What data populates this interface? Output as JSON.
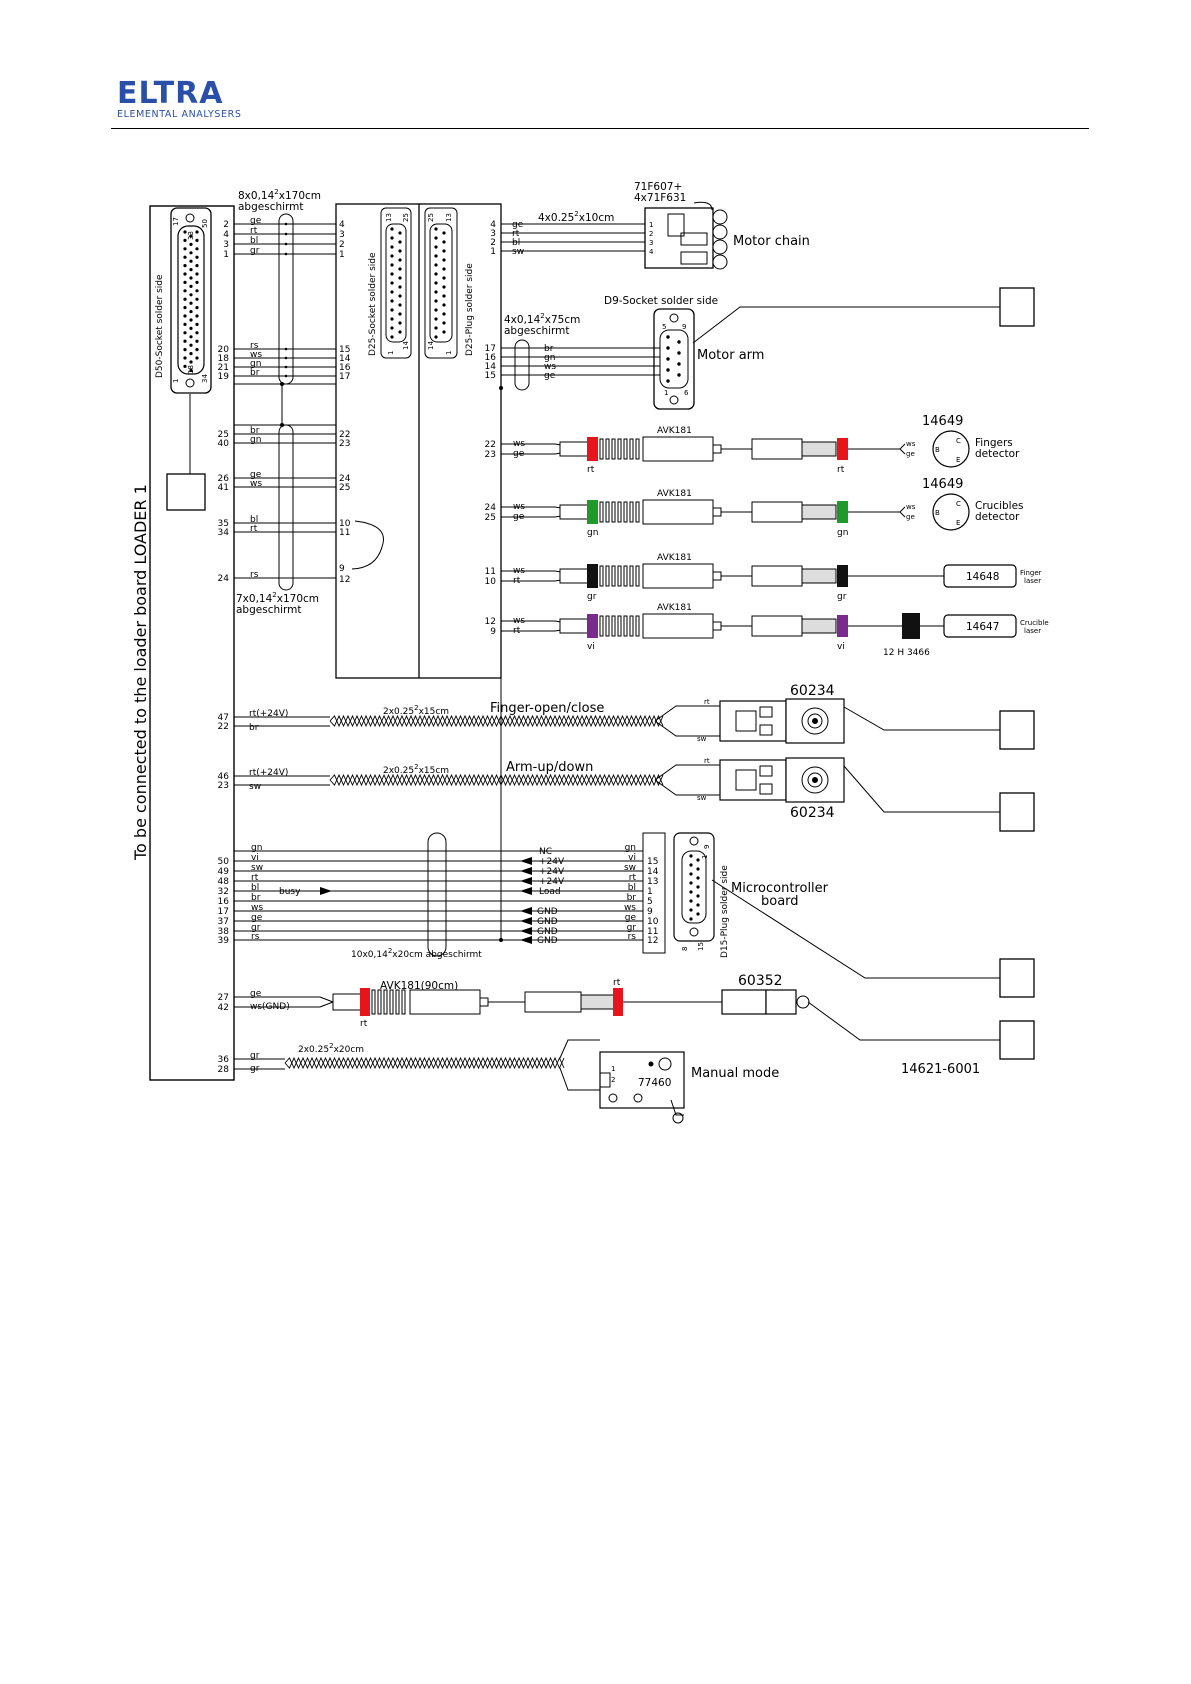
{
  "header": {
    "logo_text": "ELTRA",
    "logo_subtext": "ELEMENTAL ANALYSERS",
    "brand_color": "#2a4fa8"
  },
  "diagram": {
    "left_label": "To be connected to the loader board LOADER 1",
    "d50_label": "D50-Socket solder side",
    "d50_pins": {
      "p17": "17",
      "p50": "50",
      "p33": "33",
      "p1": "1",
      "p18": "18",
      "p34": "34"
    },
    "d25s_label": "D25-Socket solder side",
    "d25s_pins": {
      "p13": "13",
      "p25": "25",
      "p14": "14",
      "p1": "1"
    },
    "d25p_label": "D25-Plug solder side",
    "d25p_pins": {
      "p25": "25",
      "p13": "13",
      "p14": "14",
      "p1": "1"
    },
    "cable_top_spec1": "8x0,14",
    "cable_top_spec2": "x170cm",
    "cable_top_shield": "abgeschirmt",
    "cable_mid_spec1": "7x0,14",
    "cable_mid_spec2": "x170cm",
    "cable_mid_shield": "abgeschirmt",
    "sup2": "2",
    "group1": {
      "left_pins": [
        "2",
        "4",
        "3",
        "1"
      ],
      "colors": [
        "ge",
        "rt",
        "bl",
        "gr"
      ],
      "right_pins": [
        "4",
        "3",
        "2",
        "1"
      ]
    },
    "group2": {
      "left_pins": [
        "20",
        "18",
        "21",
        "19"
      ],
      "colors": [
        "rs",
        "ws",
        "gn",
        "br"
      ],
      "right_pins": [
        "15",
        "14",
        "16",
        "17"
      ]
    },
    "group3": {
      "left_pins": [
        "25",
        "40"
      ],
      "colors": [
        "br",
        "gn"
      ],
      "right_pins": [
        "22",
        "23"
      ]
    },
    "group4": {
      "left_pins": [
        "26",
        "41"
      ],
      "colors": [
        "ge",
        "ws"
      ],
      "right_pins": [
        "24",
        "25"
      ]
    },
    "group5": {
      "left_pins": [
        "35",
        "34"
      ],
      "colors": [
        "bl",
        "rt"
      ],
      "right_pins": [
        "10",
        "11"
      ]
    },
    "group6": {
      "left_pins": [
        "24"
      ],
      "colors": [
        "rs"
      ],
      "right_pins": [
        "9",
        "12"
      ]
    },
    "motor_chain": {
      "part1": "71F607+",
      "part2": "4x71F631",
      "cable": "4x0.25",
      "cable2": "x10cm",
      "label": "Motor chain",
      "left_pins": [
        "4",
        "3",
        "2",
        "1"
      ],
      "colors": [
        "ge",
        "rt",
        "bl",
        "sw"
      ],
      "conn_pins": [
        "1",
        "2",
        "3",
        "4"
      ]
    },
    "motor_arm": {
      "socket_label": "D9-Socket solder side",
      "cable": "4x0,14",
      "cable2": "x75cm",
      "shield": "abgeschirmt",
      "label": "Motor arm",
      "left_pins": [
        "17",
        "16",
        "14",
        "15"
      ],
      "colors": [
        "br",
        "gn",
        "ws",
        "ge"
      ],
      "conn_pins": {
        "p5": "5",
        "p9": "9",
        "p1": "1",
        "p6": "6"
      }
    },
    "avk_rows": [
      {
        "pins": [
          "22",
          "23"
        ],
        "colors": [
          "ws",
          "ge"
        ],
        "cable": "AVK181",
        "marker_label": "rt",
        "marker_color": "#e8141c",
        "end_colors": [
          "ws",
          "ge"
        ],
        "part": "14649",
        "end_label1": "Fingers",
        "end_label2": "detector",
        "xlr_pins": [
          "C",
          "B",
          "E"
        ]
      },
      {
        "pins": [
          "24",
          "25"
        ],
        "colors": [
          "ws",
          "ge"
        ],
        "cable": "AVK181",
        "marker_label": "gn",
        "marker_color": "#1f9a2a",
        "end_colors": [
          "ws",
          "ge"
        ],
        "part": "14649",
        "end_label1": "Crucibles",
        "end_label2": "detector",
        "xlr_pins": [
          "C",
          "B",
          "E"
        ]
      },
      {
        "pins": [
          "11",
          "10"
        ],
        "colors": [
          "ws",
          "rt"
        ],
        "cable": "AVK181",
        "marker_label": "gr",
        "marker_color": "#111111",
        "end_part": "14648",
        "end_label1": "Finger",
        "end_label2": "laser"
      },
      {
        "pins": [
          "12",
          "9"
        ],
        "colors": [
          "ws",
          "rt"
        ],
        "cable": "AVK181",
        "marker_label": "vi",
        "marker_color": "#7a2a8c",
        "end_part": "14647",
        "end_label1": "Crucible",
        "end_label2": "laser",
        "extra_part": "12 H 3466"
      }
    ],
    "finger": {
      "pins": [
        "47",
        "22"
      ],
      "colors": [
        "rt(+24V)",
        "br"
      ],
      "cable": "2x0.25",
      "cable2": "x15cm",
      "label": "Finger-open/close",
      "part": "60234",
      "end_colors": [
        "rt",
        "sw"
      ]
    },
    "arm": {
      "pins": [
        "46",
        "23"
      ],
      "colors": [
        "rt(+24V)",
        "sw"
      ],
      "cable": "2x0.25",
      "cable2": "x15cm",
      "label": "Arm-up/down",
      "part": "60234",
      "end_colors": [
        "rt",
        "sw"
      ]
    },
    "micro": {
      "left_pins": [
        "50",
        "49",
        "48",
        "32",
        "16",
        "17",
        "37",
        "38",
        "39"
      ],
      "left_colors": [
        "gn",
        "vi",
        "sw",
        "rt",
        "bl",
        "br",
        "ws",
        "ge",
        "gr",
        "rs"
      ],
      "busy": "busy",
      "signals": [
        "NC",
        "+24V",
        "+24V",
        "+24V",
        "Load",
        "GND",
        "GND",
        "GND",
        "GND"
      ],
      "right_colors": [
        "gn",
        "vi",
        "sw",
        "rt",
        "bl",
        "br",
        "ws",
        "ge",
        "gr",
        "rs"
      ],
      "right_pins": [
        "15",
        "14",
        "13",
        "1",
        "5",
        "9",
        "10",
        "11",
        "12"
      ],
      "cable": "10x0,14",
      "cable2": "x20cm abgeschirmt",
      "plug_label": "D15-Plug solder side",
      "plug_pins": {
        "p8": "8",
        "p15": "15",
        "p9": "9",
        "p1": "1"
      },
      "label1": "Microcontroller",
      "label2": "board"
    },
    "gnd_row": {
      "pins": [
        "27",
        "42"
      ],
      "colors": [
        "ge",
        "ws(GND)"
      ],
      "cable": "AVK181(90cm)",
      "marker_label": "rt",
      "marker_color": "#e8141c",
      "part": "60352"
    },
    "manual": {
      "pins": [
        "36",
        "28"
      ],
      "colors": [
        "gr",
        "gr"
      ],
      "cable": "2x0.25",
      "cable2": "x20cm",
      "part": "77460",
      "switch_pins": [
        "1",
        "2"
      ],
      "label": "Manual mode"
    },
    "drawing_number": "14621-6001"
  }
}
